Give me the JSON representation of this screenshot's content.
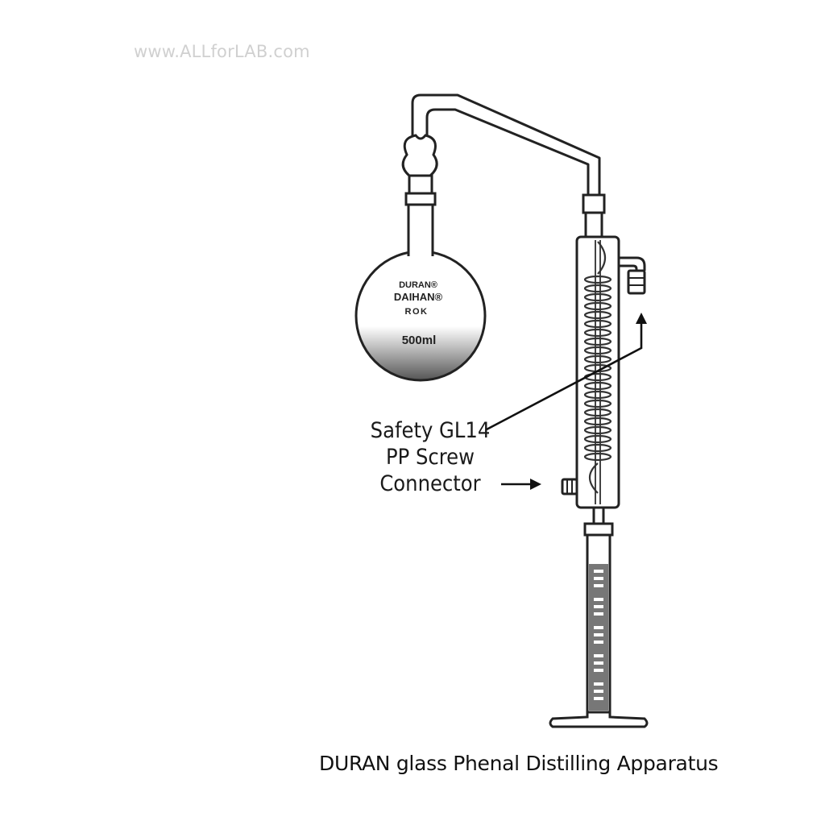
{
  "watermark": "www.ALLforLAB.com",
  "flask": {
    "brand_1": "DURAN®",
    "brand_2": "DAIHAN®",
    "brand_3": "ROK",
    "volume": "500ml"
  },
  "callout": {
    "line_1": "Safety GL14",
    "line_2": "PP Screw",
    "line_3": "Connector"
  },
  "caption": "DURAN glass Phenal Distilling Apparatus"
}
